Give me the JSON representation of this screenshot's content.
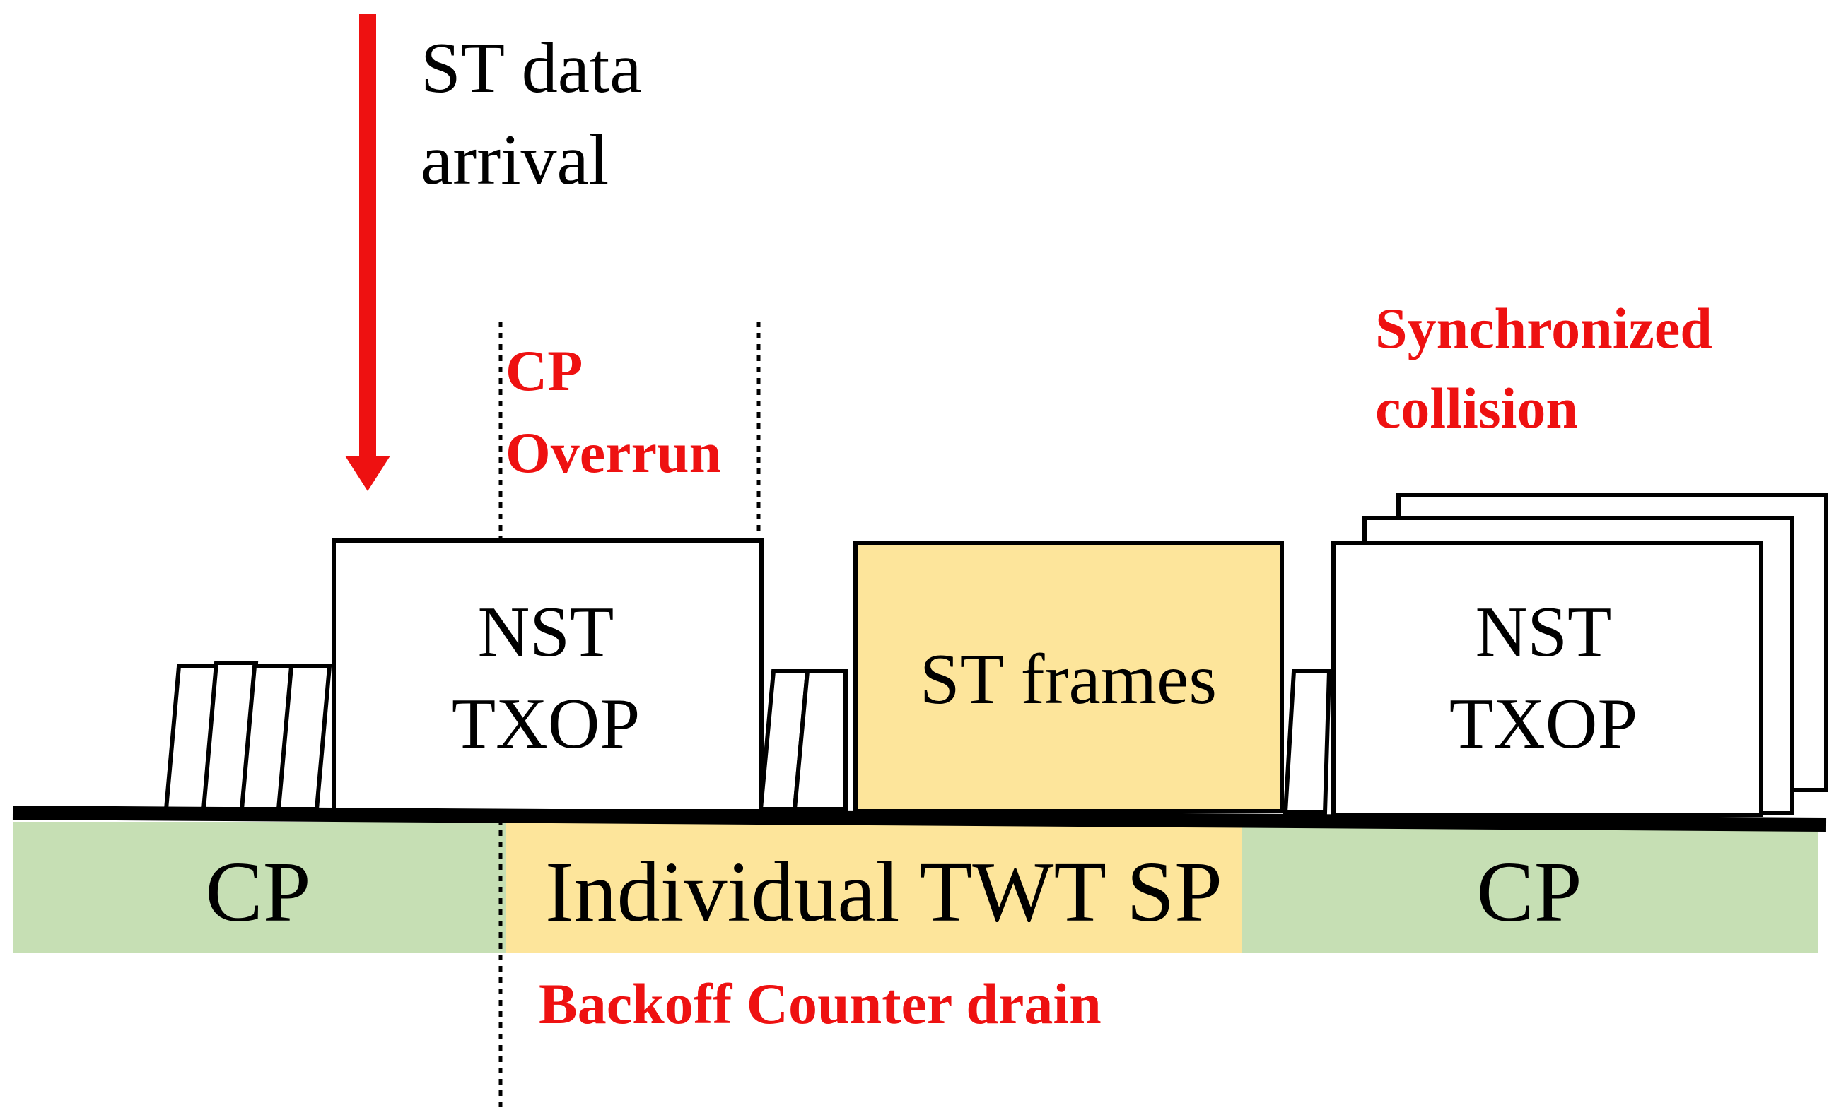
{
  "arrival_label": [
    "ST data",
    "arrival"
  ],
  "cp_overrun_label": [
    "CP",
    "Overrun"
  ],
  "sync_collision_label": [
    "Synchronized",
    "collision"
  ],
  "nst_txop_left": [
    "NST",
    "TXOP"
  ],
  "st_frames": "ST frames",
  "nst_txop_right": [
    "NST",
    "TXOP"
  ],
  "period_cp_left": "CP",
  "period_twt_sp": "Individual TWT SP",
  "period_cp_right": "CP",
  "backoff_label": "Backoff Counter drain",
  "colors": {
    "arrow": "#ee1111",
    "annotation": "#ee1111",
    "cp_band": "#c6dfb4",
    "twt_band": "#fde59b",
    "st_frames_fill": "#fde59b"
  }
}
